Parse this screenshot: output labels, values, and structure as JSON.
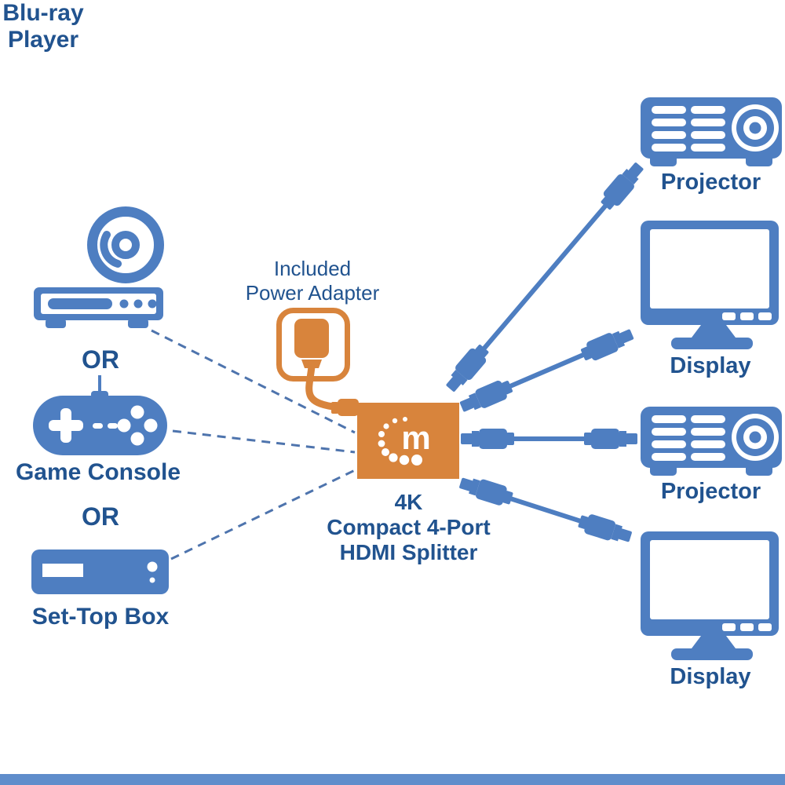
{
  "colors": {
    "device_blue": "#4e7ec1",
    "label_navy": "#21538f",
    "accent_orange": "#d8843c",
    "dashed_line_blue": "#4e74ad",
    "bottom_bar_blue": "#5f8dcb"
  },
  "sources": [
    {
      "label_lines": [
        "Blu-ray",
        "Player"
      ]
    },
    {
      "label": "Game Console"
    },
    {
      "label": "Set-Top Box"
    }
  ],
  "separators": {
    "or_1": "OR",
    "or_2": "OR"
  },
  "power_adapter": {
    "label_lines": [
      "Included",
      "Power Adapter"
    ]
  },
  "splitter": {
    "logo_letter": "m",
    "caption_lines": [
      "4K",
      "Compact 4-Port",
      "HDMI Splitter"
    ]
  },
  "outputs": [
    {
      "label": "Projector"
    },
    {
      "label": "Display"
    },
    {
      "label": "Projector"
    },
    {
      "label": "Display"
    }
  ]
}
